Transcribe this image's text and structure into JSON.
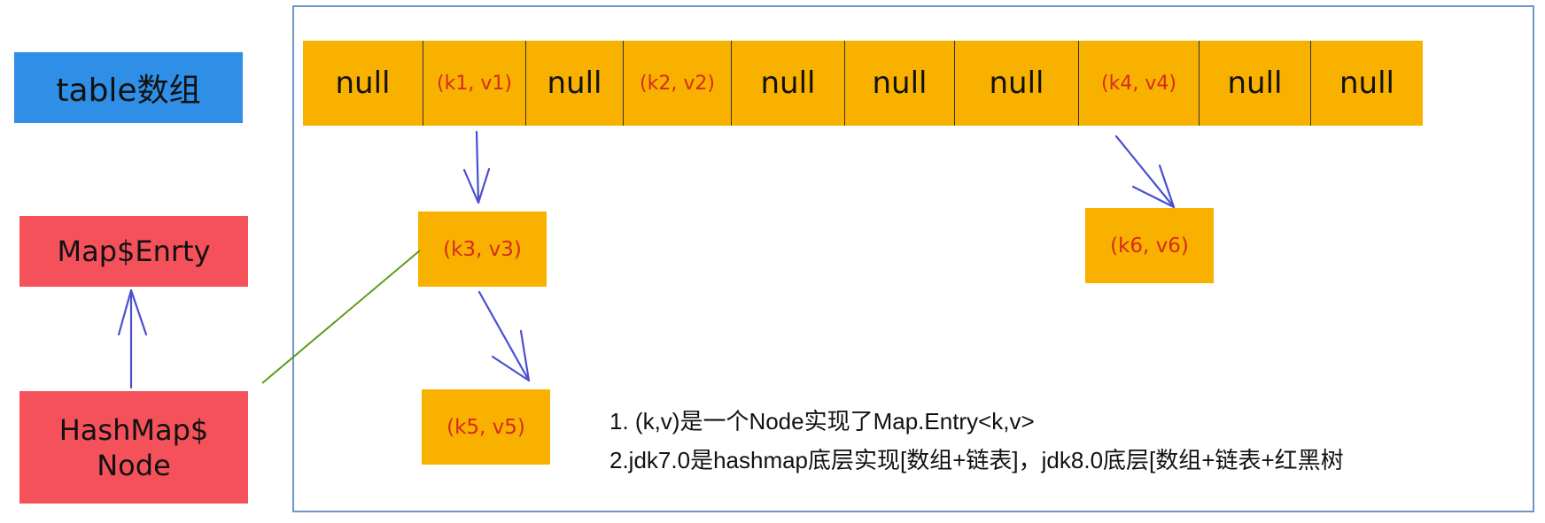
{
  "legend": {
    "table_label": "table数组",
    "entry_label": "Map$Enrty",
    "node_label": "HashMap$\nNode"
  },
  "table": {
    "cells": [
      {
        "text": "null",
        "kind": "null"
      },
      {
        "text": "(k1,  v1)",
        "kind": "kv"
      },
      {
        "text": "null",
        "kind": "null"
      },
      {
        "text": "(k2,  v2)",
        "kind": "kv"
      },
      {
        "text": "null",
        "kind": "null"
      },
      {
        "text": "null",
        "kind": "null"
      },
      {
        "text": "null",
        "kind": "null"
      },
      {
        "text": "(k4,  v4)",
        "kind": "kv"
      },
      {
        "text": "null",
        "kind": "null"
      },
      {
        "text": "null",
        "kind": "null"
      }
    ]
  },
  "nodes": {
    "k3": "(k3,  v3)",
    "k5": "(k5,  v5)",
    "k6": "(k6,  v6)"
  },
  "notes": {
    "line1": "1. (k,v)是一个Node实现了Map.Entry<k,v>",
    "line2": "2.jdk7.0是hashmap底层实现[数组+链表]，jdk8.0底层[数组+链表+红黑树"
  },
  "colors": {
    "table_fill": "#f9b100",
    "kv_text": "#d62b1e",
    "legend_blue": "#2f8fe6",
    "legend_red": "#f5515b",
    "arrow_blue": "#4a4fd0",
    "link_green": "#5e9a1a",
    "frame_border": "#6f94c8"
  }
}
